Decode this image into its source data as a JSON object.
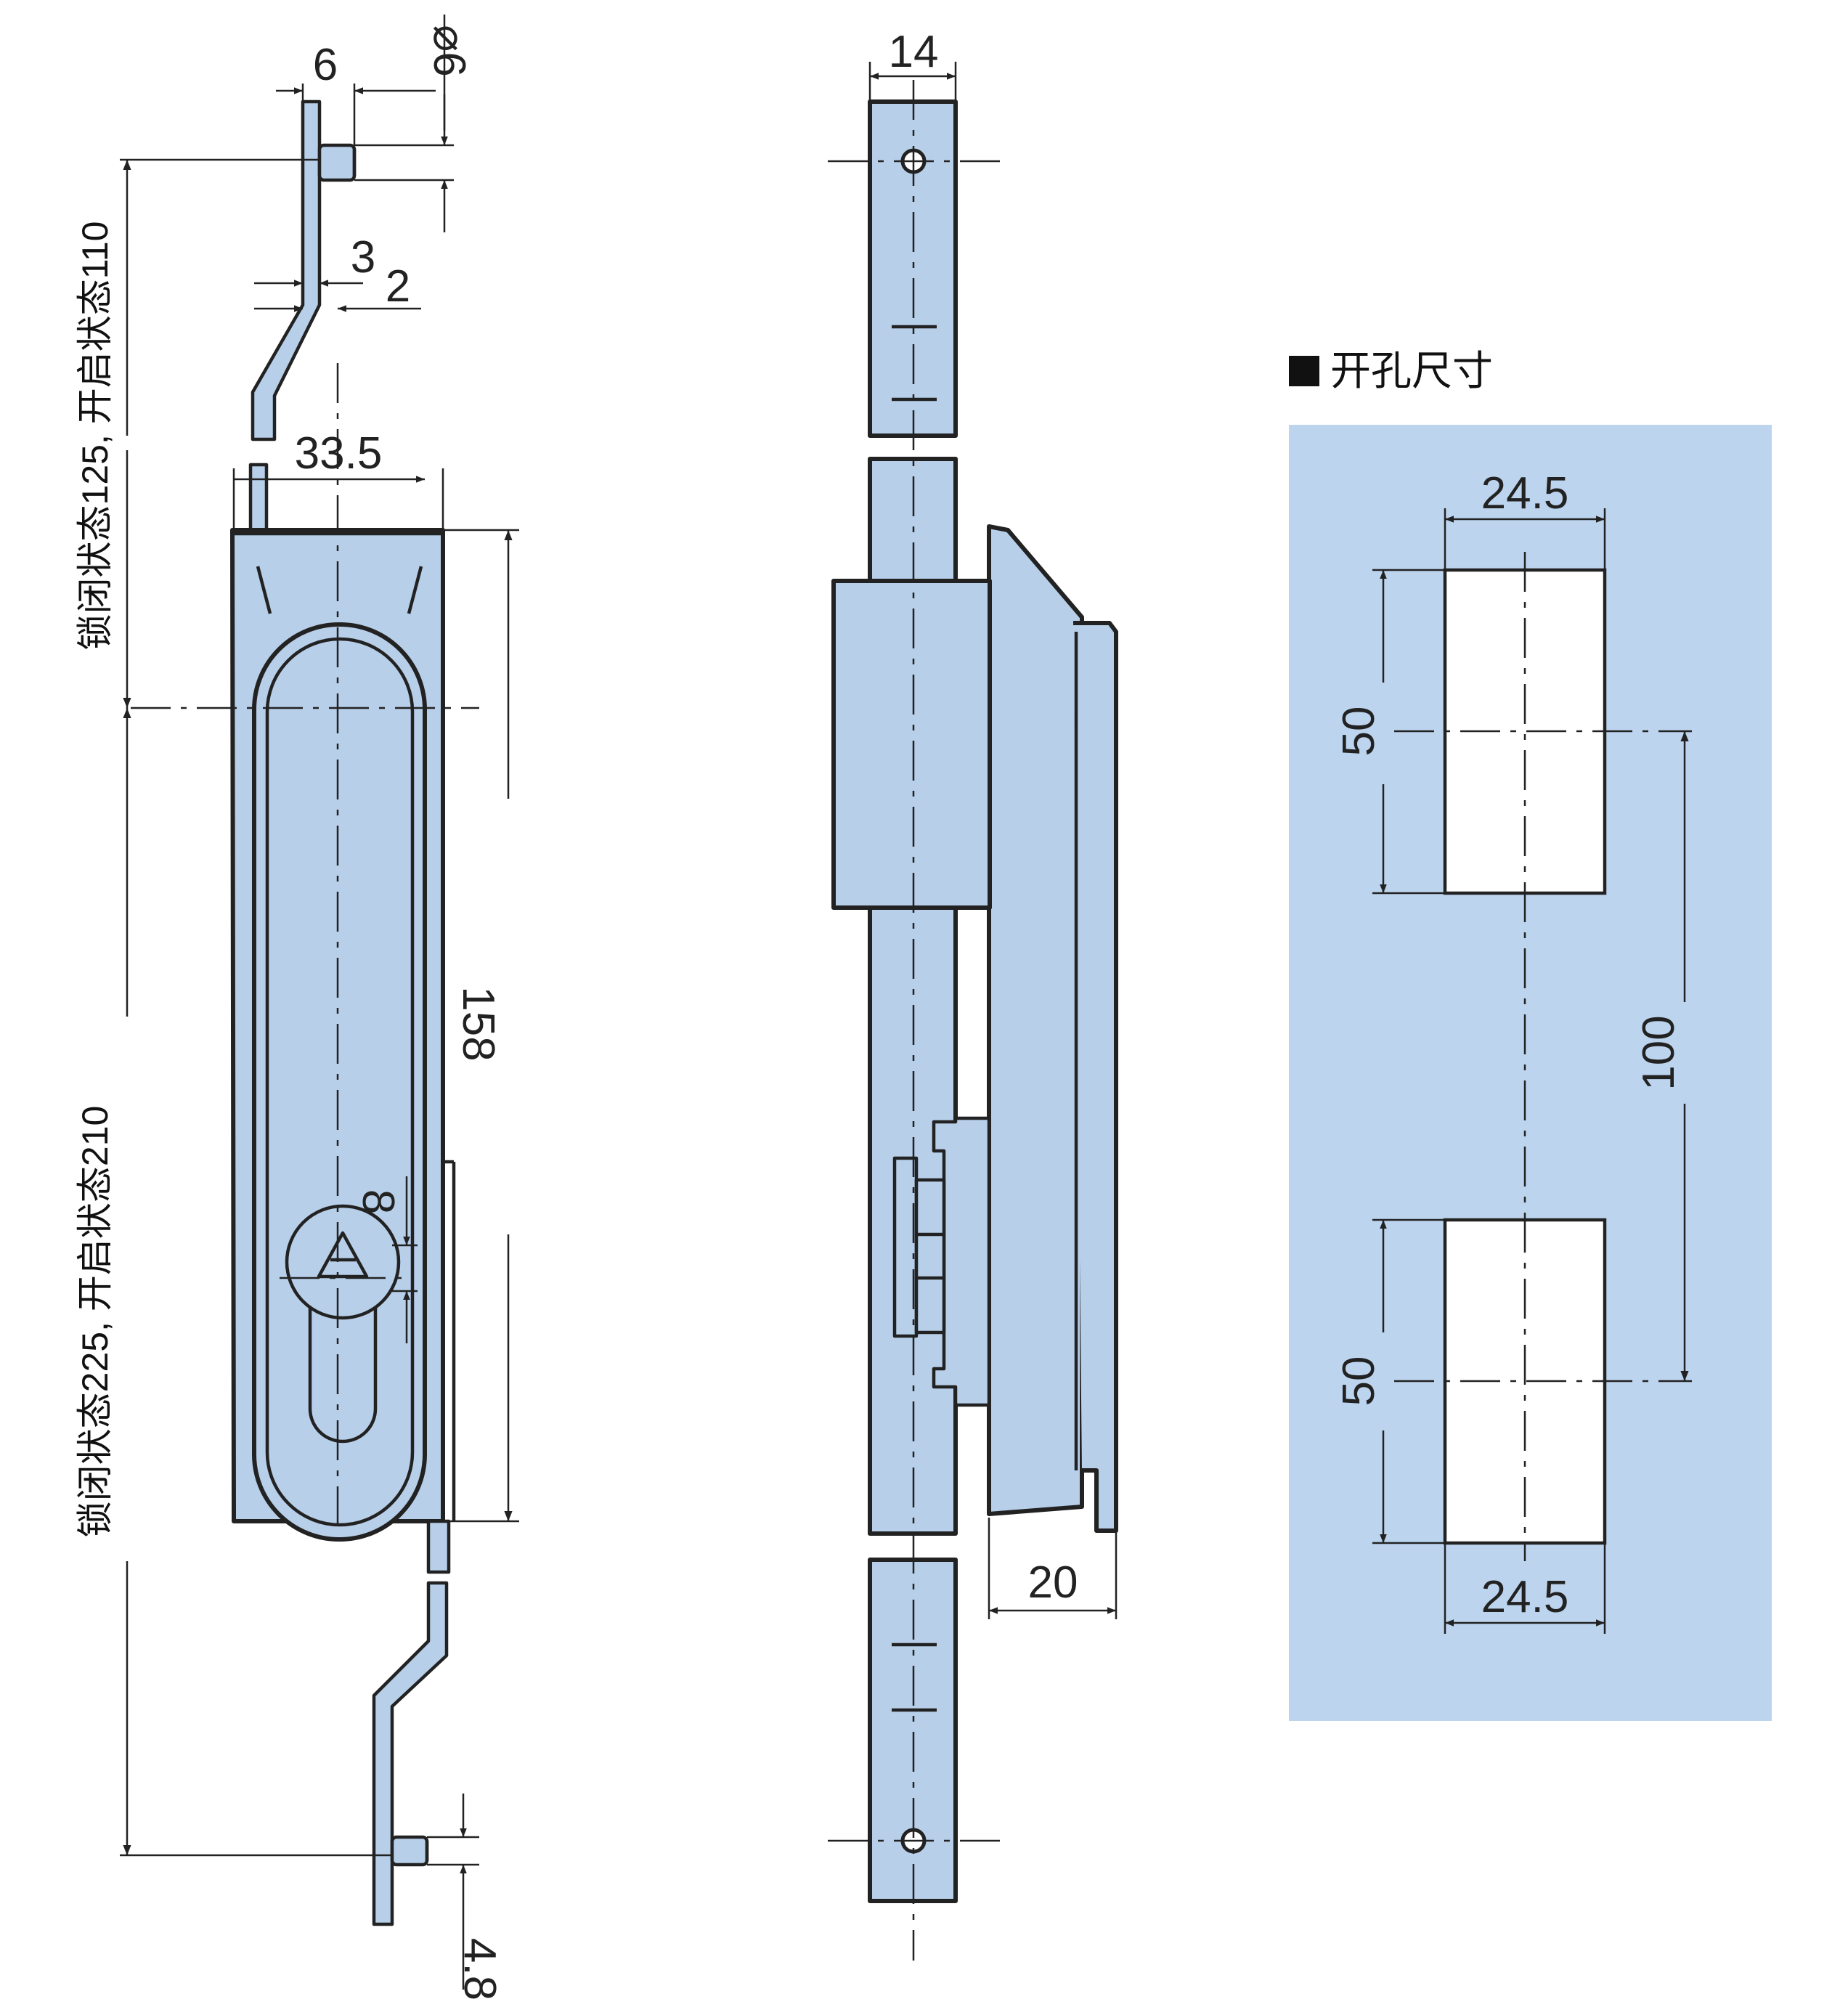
{
  "dimensions": {
    "pin_offset": "6",
    "pin_diameter": "⌀6",
    "bend_a": "3",
    "bend_b": "2",
    "handle_width": "33.5",
    "handle_height": "158",
    "key_offset": "8",
    "bottom_pin": "4.8",
    "upper_travel": "锁闭状态125, 开启状态110",
    "lower_travel": "锁闭状态225, 开启状态210",
    "bar_width": "14",
    "depth": "20"
  },
  "cutout": {
    "title": "开孔尺寸",
    "width_top": "24.5",
    "width_bottom": "24.5",
    "height_top": "50",
    "height_bottom": "50",
    "spacing": "100"
  },
  "colors": {
    "part_fill": "#b8cfea",
    "panel_fill": "#bcd4ee",
    "line": "#222222"
  }
}
